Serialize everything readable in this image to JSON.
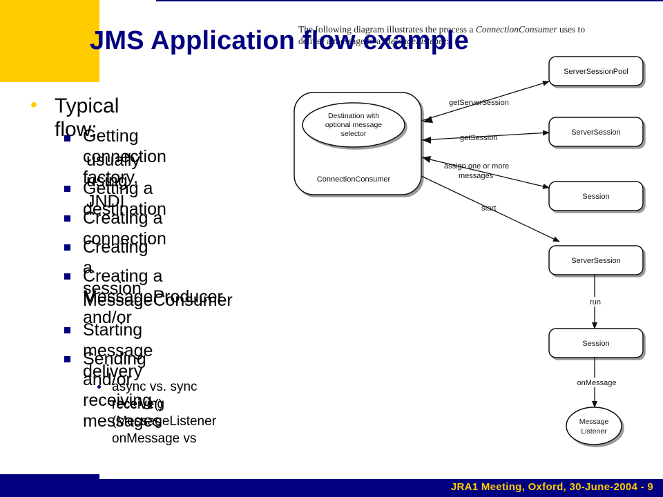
{
  "slide": {
    "title": "JMS Application flow example",
    "footer": "JRA1 Meeting, Oxford, 30-June-2004 - 9"
  },
  "caption": {
    "line1_prefix": "The following diagram illustrates the process a ",
    "line1_italic": "ConnectionConsumer",
    "line1_suffix": " uses to",
    "line2_prefix": "deliver a message to a ",
    "line2_italic": "MessageListener",
    "line2_suffix": ":"
  },
  "bullets": {
    "heading": "Typical flow:",
    "items": [
      "Getting connection factory,",
      "usually using JNDI",
      "Getting a destination",
      "Creating a connection",
      "Creating a session",
      "Creating a MessageProducer and/or",
      "MessageConsumer",
      "Starting message delivery",
      "Sending and/or receiving messages"
    ],
    "sub_items": [
      "async vs. sync receiving (MessageListener onMessage vs",
      "receive()"
    ]
  },
  "diagram": {
    "consumer_label": "ConnectionConsumer",
    "destination_label": [
      "Destination with",
      "optional message",
      "selector"
    ],
    "nodes": {
      "server_session_pool": "ServerSessionPool",
      "server_session_1": "ServerSession",
      "session_1": "Session",
      "server_session_2": "ServerSession",
      "session_2": "Session",
      "listener": [
        "Message",
        "Listener"
      ]
    },
    "edges": {
      "get_server_session": "getServerSession",
      "get_session": "getSession",
      "assign": [
        "assign one or more",
        "messages"
      ],
      "start": "start",
      "run": "run",
      "on_message": "onMessage"
    }
  }
}
